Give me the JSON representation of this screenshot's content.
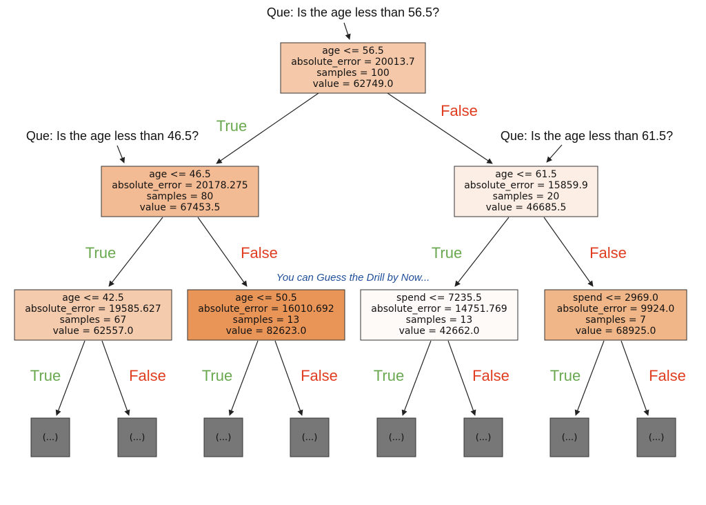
{
  "colors": {
    "true": "#6aa84f",
    "false": "#e03c1f",
    "hint": "#1f4e99",
    "leaf_fill": "#777777",
    "node_root": "#f4c8a8",
    "node_l1": "#f3bb94",
    "node_r1": "#fdeee5",
    "node_ll": "#f5cbad",
    "node_lr": "#ea9558",
    "node_rl": "#fefaf7",
    "node_rr": "#f0b688"
  },
  "questions": {
    "root": "Que: Is the age less than 56.5?",
    "left": "Que: Is the age less than 46.5?",
    "right": "Que: Is the age less than 61.5?"
  },
  "hint": "You can Guess the Drill by Now...",
  "branch_labels": {
    "true": "True",
    "false": "False"
  },
  "nodes": {
    "root": [
      "age <= 56.5",
      "absolute_error = 20013.7",
      "samples = 100",
      "value = 62749.0"
    ],
    "l1": [
      "age <= 46.5",
      "absolute_error = 20178.275",
      "samples = 80",
      "value = 67453.5"
    ],
    "r1": [
      "age <= 61.5",
      "absolute_error = 15859.9",
      "samples = 20",
      "value = 46685.5"
    ],
    "ll": [
      "age <= 42.5",
      "absolute_error = 19585.627",
      "samples = 67",
      "value = 62557.0"
    ],
    "lr": [
      "age <= 50.5",
      "absolute_error = 16010.692",
      "samples = 13",
      "value = 82623.0"
    ],
    "rl": [
      "spend <= 7235.5",
      "absolute_error = 14751.769",
      "samples = 13",
      "value = 42662.0"
    ],
    "rr": [
      "spend <= 2969.0",
      "absolute_error = 9924.0",
      "samples = 7",
      "value = 68925.0"
    ]
  },
  "leaf_label": "(...)"
}
